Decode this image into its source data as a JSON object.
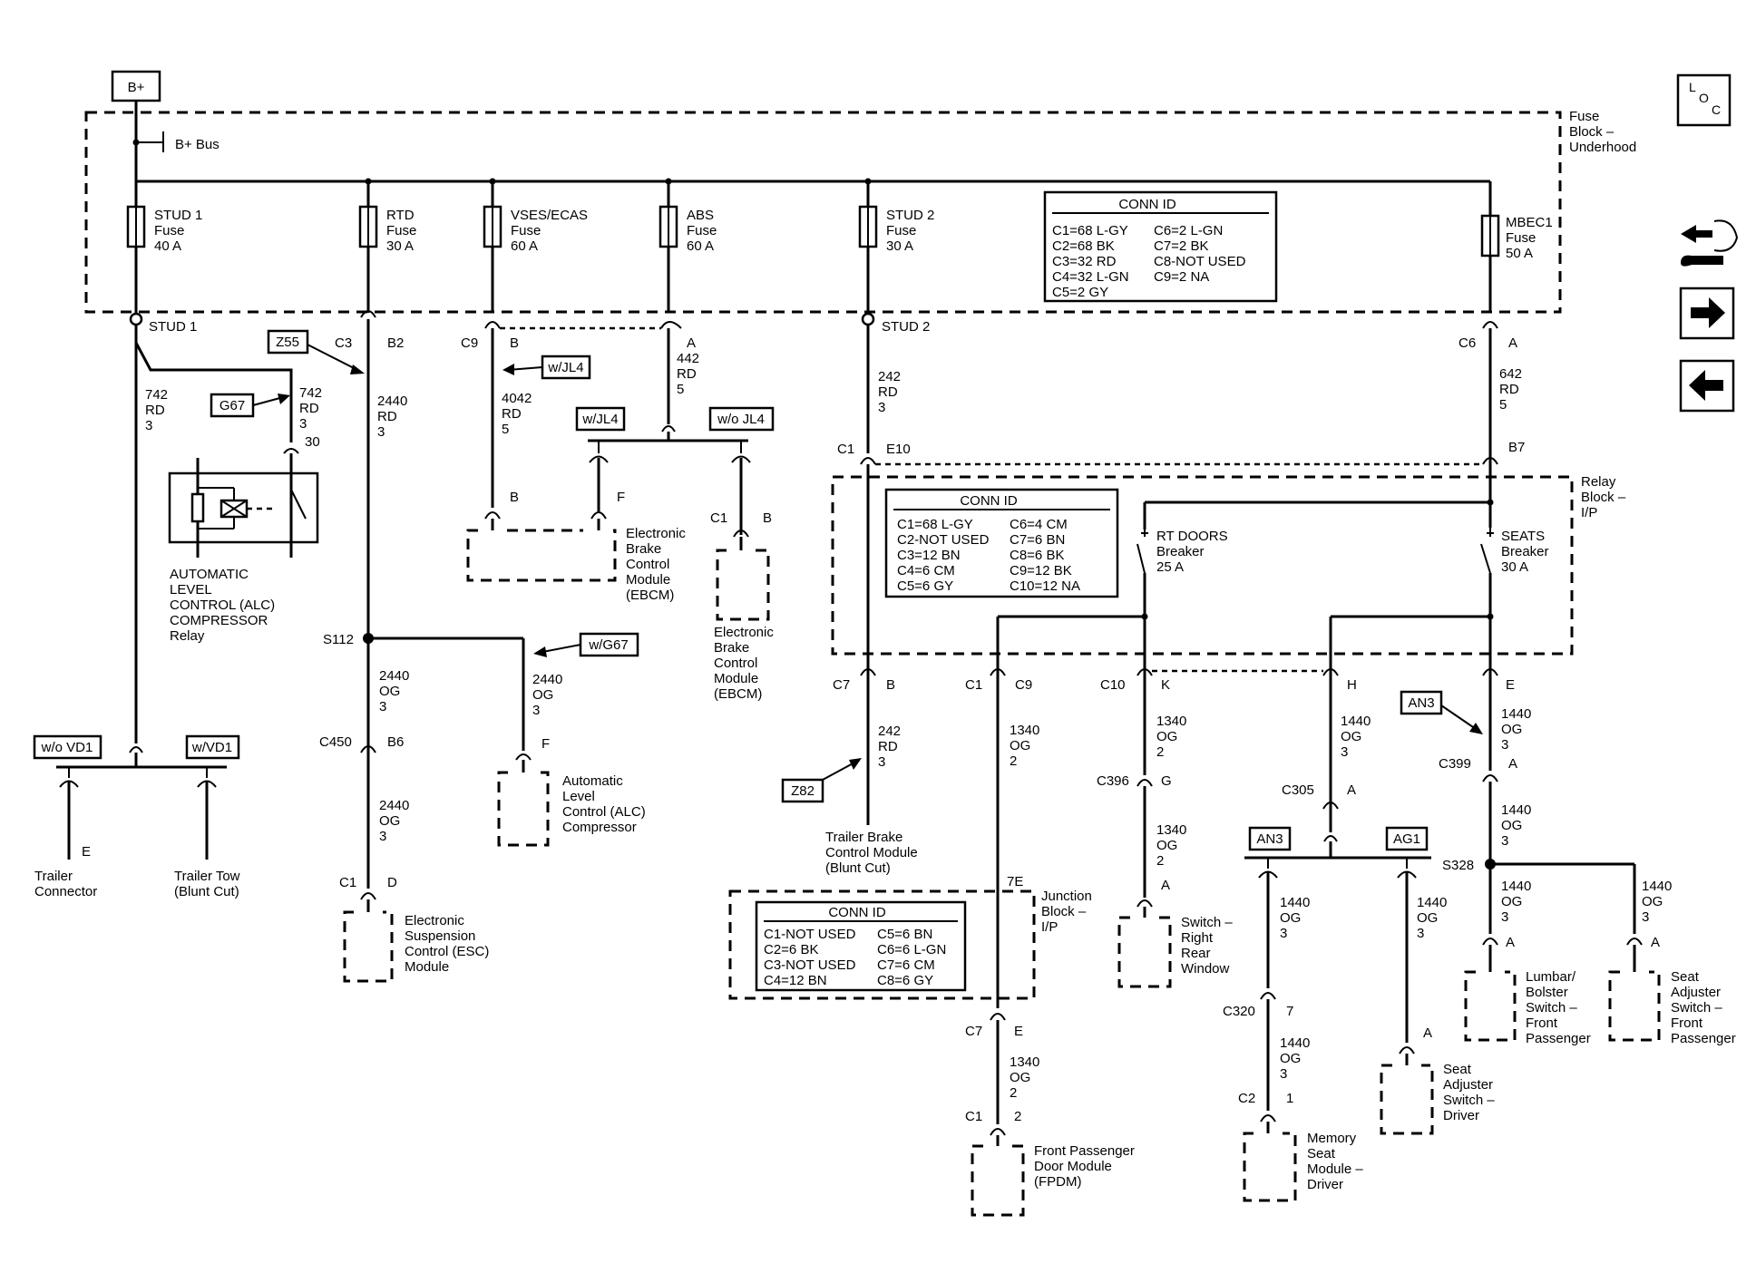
{
  "power": {
    "bplus": "B+",
    "bplus_bus": "B+ Bus"
  },
  "blocks": {
    "underhood": [
      "Fuse",
      "Block –",
      "Underhood"
    ],
    "relay": [
      "Relay",
      "Block –",
      "I/P"
    ],
    "junction": [
      "Junction",
      "Block –",
      "I/P"
    ]
  },
  "fuses": [
    {
      "name": "STUD 1",
      "type": "Fuse",
      "rating": "40 A"
    },
    {
      "name": "RTD",
      "type": "Fuse",
      "rating": "30 A"
    },
    {
      "name": "VSES/ECAS",
      "type": "Fuse",
      "rating": "60 A"
    },
    {
      "name": "ABS",
      "type": "Fuse",
      "rating": "60 A"
    },
    {
      "name": "STUD 2",
      "type": "Fuse",
      "rating": "30 A"
    },
    {
      "name": "MBEC1",
      "type": "Fuse",
      "rating": "50 A"
    }
  ],
  "breakers": [
    {
      "name": "RT DOORS",
      "type": "Breaker",
      "rating": "25 A"
    },
    {
      "name": "SEATS",
      "type": "Breaker",
      "rating": "30 A"
    }
  ],
  "conn_underhood": {
    "title": "CONN ID",
    "left": [
      "C1=68 L-GY",
      "C2=68 BK",
      "C3=32 RD",
      "C4=32 L-GN",
      "C5=2 GY"
    ],
    "right": [
      "C6=2 L-GN",
      "C7=2 BK",
      "C8-NOT USED",
      "C9=2 NA"
    ]
  },
  "conn_relay": {
    "title": "CONN ID",
    "left": [
      "C1=68 L-GY",
      "C2-NOT USED",
      "C3=12 BN",
      "C4=6 CM",
      "C5=6 GY"
    ],
    "right": [
      "C6=4 CM",
      "C7=6 BN",
      "C8=6 BK",
      "C9=12 BK",
      "C10=12 NA"
    ]
  },
  "conn_junction": {
    "title": "CONN ID",
    "left": [
      "C1-NOT USED",
      "C2=6 BK",
      "C3-NOT USED",
      "C4=12 BN"
    ],
    "right": [
      "C5=6 BN",
      "C6=6 L-GN",
      "C7=6 CM",
      "C8=6 GY"
    ]
  },
  "options": {
    "z55": "Z55",
    "g67": "G67",
    "wjl4": "w/JL4",
    "wojl4": "w/o JL4",
    "wg67": "w/G67",
    "wovd1": "w/o VD1",
    "wvd1": "w/VD1",
    "z82": "Z82",
    "an3": "AN3",
    "ag1": "AG1"
  },
  "studs": {
    "stud1": "STUD 1",
    "stud2": "STUD 2"
  },
  "splices": {
    "s112": "S112",
    "s328": "S328"
  },
  "pins": {
    "c3": "C3",
    "b2": "B2",
    "c9": "C9",
    "b": "B",
    "a": "A",
    "c6": "C6",
    "c1": "C1",
    "e10": "E10",
    "b7": "B7",
    "c7": "C7",
    "c10": "C10",
    "k": "K",
    "h": "H",
    "e": "E",
    "c450": "C450",
    "b6": "B6",
    "d": "D",
    "f": "F",
    "g": "G",
    "c396": "C396",
    "c305": "C305",
    "c399": "C399",
    "c320": "C320",
    "seven": "7",
    "c2": "C2",
    "one": "1",
    "two": "2",
    "e7": "7E",
    "thirty": "30"
  },
  "wires": {
    "w742": [
      "742",
      "RD",
      "3"
    ],
    "w2440": [
      "2440",
      "RD",
      "3"
    ],
    "w4042": [
      "4042",
      "RD",
      "5"
    ],
    "w442": [
      "442",
      "RD",
      "5"
    ],
    "w242": [
      "242",
      "RD",
      "3"
    ],
    "w642": [
      "642",
      "RD",
      "5"
    ],
    "w2440og": [
      "2440",
      "OG",
      "3"
    ],
    "w1340": [
      "1340",
      "OG",
      "2"
    ],
    "w1440": [
      "1440",
      "OG",
      "3"
    ]
  },
  "components": {
    "alc_relay": [
      "AUTOMATIC",
      "LEVEL",
      "CONTROL (ALC)",
      "COMPRESSOR",
      "Relay"
    ],
    "ebcm": [
      "Electronic",
      "Brake",
      "Control",
      "Module",
      "(EBCM)"
    ],
    "alc_comp": [
      "Automatic",
      "Level",
      "Control (ALC)",
      "Compressor"
    ],
    "esc": [
      "Electronic",
      "Suspension",
      "Control (ESC)",
      "Module"
    ],
    "trailer_conn": [
      "Trailer",
      "Connector"
    ],
    "trailer_tow": [
      "Trailer Tow",
      "(Blunt Cut)"
    ],
    "tbcm": [
      "Trailer Brake",
      "Control Module",
      "(Blunt Cut)"
    ],
    "fpdm": [
      "Front Passenger",
      "Door Module",
      "(FPDM)"
    ],
    "rr_window": [
      "Switch –",
      "Right",
      "Rear",
      "Window"
    ],
    "memory_seat": [
      "Memory",
      "Seat",
      "Module –",
      "Driver"
    ],
    "seat_adj_driver": [
      "Seat",
      "Adjuster",
      "Switch –",
      "Driver"
    ],
    "lumbar": [
      "Lumbar/",
      "Bolster",
      "Switch –",
      "Front",
      "Passenger"
    ],
    "seat_adj_pass": [
      "Seat",
      "Adjuster",
      "Switch –",
      "Front",
      "Passenger"
    ]
  },
  "nav": {
    "loc_l": "L",
    "loc_o": "O",
    "loc_c": "C"
  }
}
